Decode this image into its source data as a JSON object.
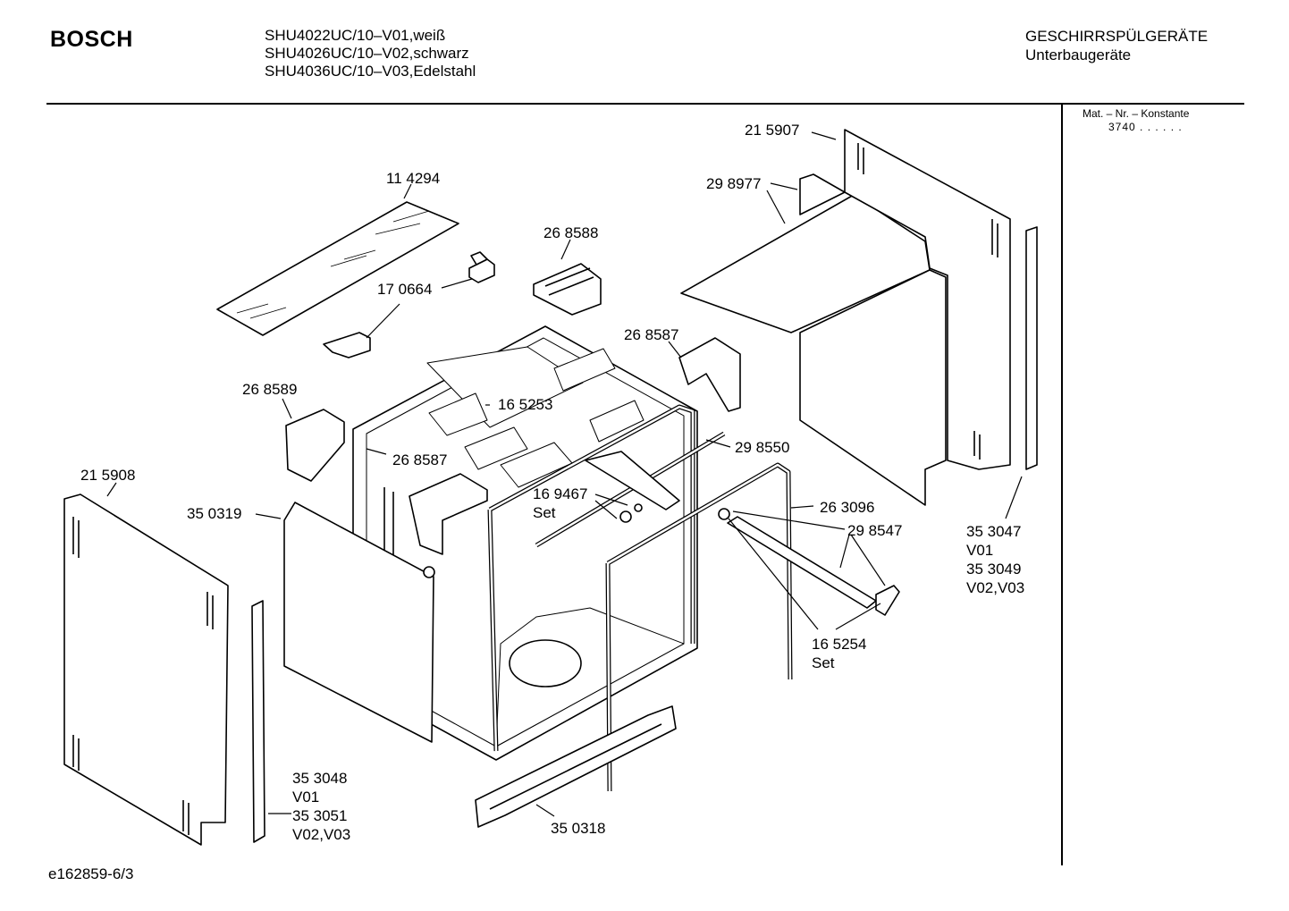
{
  "header": {
    "brand": "BOSCH",
    "models": [
      "SHU4022UC/10–V01,weiß",
      "SHU4026UC/10–V02,schwarz",
      "SHU4036UC/10–V03,Edelstahl"
    ],
    "category_line1": "GESCHIRRSPÜLGERÄTE",
    "category_line2": "Unterbaugeräte"
  },
  "sidebar": {
    "mat_label": "Mat. – Nr. – Konstante",
    "mat_value": "3740 . . . . . ."
  },
  "footer": {
    "doc_id": "e162859-6/3"
  },
  "parts": [
    {
      "id": "p1",
      "lines": [
        "11 4294"
      ]
    },
    {
      "id": "p2",
      "lines": [
        "26 8588"
      ]
    },
    {
      "id": "p3",
      "lines": [
        "17 0664"
      ]
    },
    {
      "id": "p4",
      "lines": [
        "21 5907"
      ]
    },
    {
      "id": "p5",
      "lines": [
        "29 8977"
      ]
    },
    {
      "id": "p6",
      "lines": [
        "26 8587"
      ]
    },
    {
      "id": "p7",
      "lines": [
        "26 8589"
      ]
    },
    {
      "id": "p8",
      "lines": [
        "16 5253"
      ]
    },
    {
      "id": "p9",
      "lines": [
        "26 8587"
      ]
    },
    {
      "id": "p10",
      "lines": [
        "29 8550"
      ]
    },
    {
      "id": "p11",
      "lines": [
        "21 5908"
      ]
    },
    {
      "id": "p12",
      "lines": [
        "16 9467",
        "Set"
      ]
    },
    {
      "id": "p13",
      "lines": [
        "26 3096"
      ]
    },
    {
      "id": "p14",
      "lines": [
        "35 0319"
      ]
    },
    {
      "id": "p15",
      "lines": [
        "29 8547"
      ]
    },
    {
      "id": "p16",
      "lines": [
        "35 3047",
        "V01",
        "35 3049",
        "V02,V03"
      ]
    },
    {
      "id": "p17",
      "lines": [
        "16 5254",
        "Set"
      ]
    },
    {
      "id": "p18",
      "lines": [
        "35 3048",
        "V01"
      ]
    },
    {
      "id": "p19",
      "lines": [
        "35 3051",
        "V02,V03"
      ]
    },
    {
      "id": "p20",
      "lines": [
        "35 0318"
      ]
    }
  ]
}
